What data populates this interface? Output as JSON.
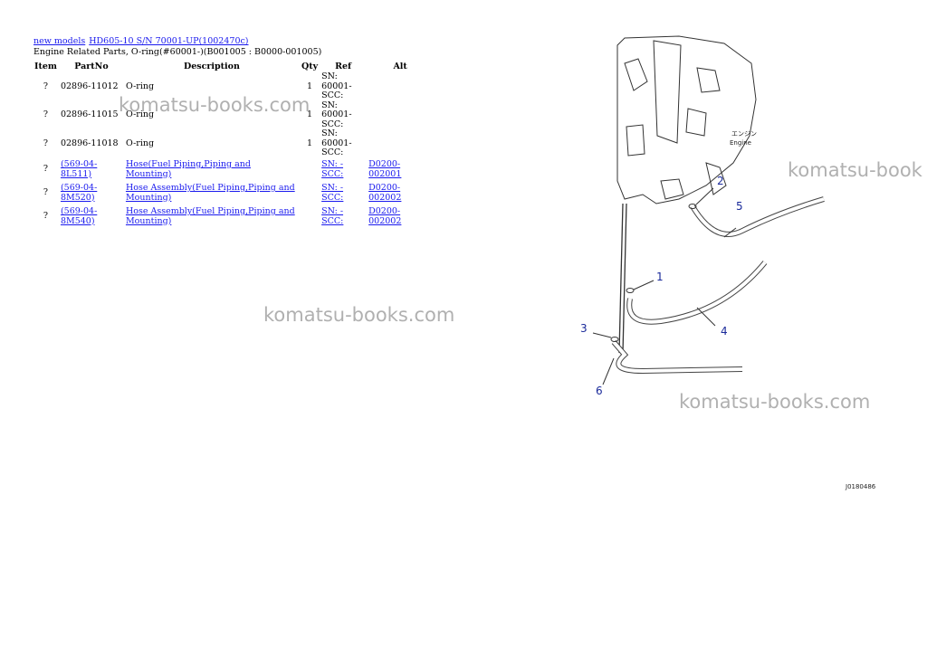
{
  "breadcrumb": {
    "link1": "new models",
    "link2": "HD605-10 S/N 70001-UP(1002470c)"
  },
  "subtitle": "Engine Related Parts, O-ring(#60001-)(B001005 : B0000-001005)",
  "table": {
    "headers": {
      "item": "Item",
      "partno": "PartNo",
      "description": "Description",
      "qty": "Qty",
      "ref": "Ref",
      "alt": "Alt"
    },
    "rows": [
      {
        "item": "?",
        "partno": "02896-11012",
        "description": "O-ring",
        "qty": "1",
        "ref": "SN: 60001-\nSCC:",
        "alt": ""
      },
      {
        "item": "?",
        "partno": "02896-11015",
        "description": "O-ring",
        "qty": "1",
        "ref": "SN: 60001-\nSCC:",
        "alt": ""
      },
      {
        "item": "?",
        "partno": "02896-11018",
        "description": "O-ring",
        "qty": "1",
        "ref": "SN: 60001-\nSCC:",
        "alt": ""
      },
      {
        "item": "?",
        "partno": "(569-04-8L511)",
        "description": "Hose(Fuel Piping,Piping and Mounting)",
        "qty": "",
        "ref": "SN: -\nSCC:",
        "alt": "D0200-002001"
      },
      {
        "item": "?",
        "partno": "(569-04-8M520)",
        "description": "Hose Assembly(Fuel Piping,Piping and\nMounting)",
        "qty": "",
        "ref": "SN: -\nSCC:",
        "alt": "D0200-002002"
      },
      {
        "item": "?",
        "partno": "(569-04-8M540)",
        "description": "Hose Assembly(Fuel Piping,Piping and\nMounting)",
        "qty": "",
        "ref": "SN: -\nSCC:",
        "alt": "D0200-002002"
      }
    ]
  },
  "watermarks": [
    "komatsu-books.com",
    "komatsu-book",
    "komatsu-books.com",
    "komatsu-books.com"
  ],
  "diagram": {
    "callouts": [
      "1",
      "2",
      "3",
      "4",
      "5",
      "6"
    ],
    "engine_label_jp": "エンジン",
    "engine_label": "Engine",
    "figure_code": "J0180486"
  }
}
